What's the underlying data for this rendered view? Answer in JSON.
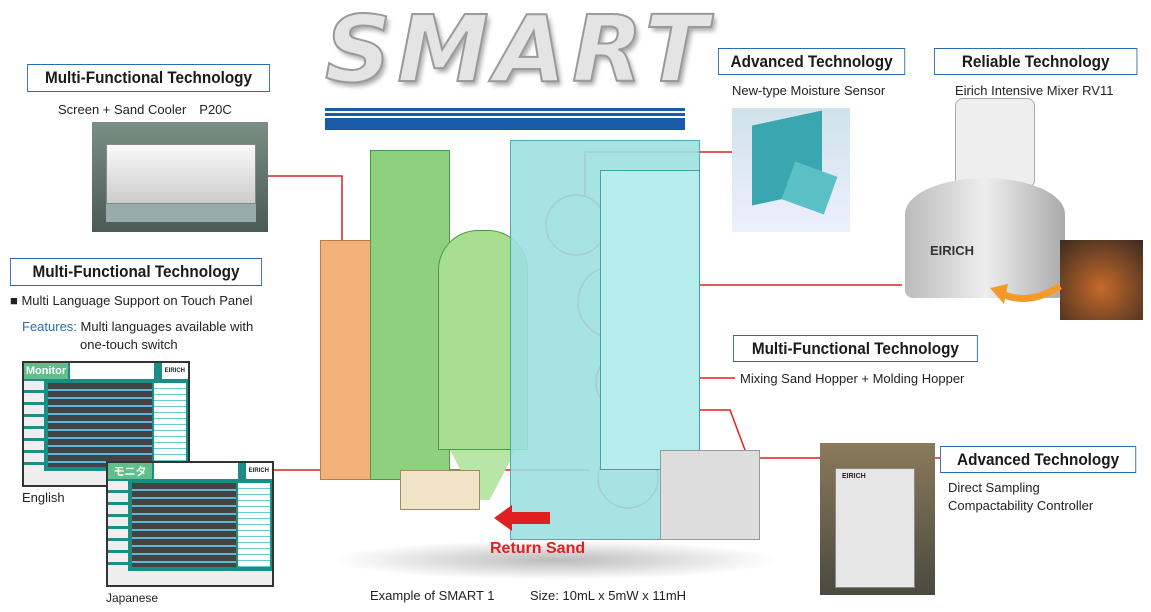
{
  "logo": {
    "text": "SMART"
  },
  "left_top": {
    "title": "Multi-Functional Technology",
    "caption": "Screen + Sand Cooler　P20C"
  },
  "left_mid": {
    "title": "Multi-Functional Technology",
    "bullet": "■ Multi Language Support on Touch Panel",
    "features_label": "Features:",
    "features_text": "Multi languages available with",
    "features_text2": "one-touch switch"
  },
  "screens": {
    "english": {
      "header": "Monitor",
      "brand": "EIRICH",
      "label": "English"
    },
    "japanese": {
      "header": "モニタ",
      "brand": "EIRICH",
      "label": "Japanese"
    }
  },
  "right_top1": {
    "title": "Advanced Technology",
    "caption": "New-type Moisture Sensor"
  },
  "right_top2": {
    "title": "Reliable Technology",
    "caption": "Eirich Intensive Mixer RV11",
    "brand": "EIRICH"
  },
  "right_mid": {
    "title": "Multi-Functional Technology",
    "caption": "Mixing Sand Hopper + Molding Hopper"
  },
  "right_bot": {
    "title": "Advanced Technology",
    "caption1": "Direct Sampling",
    "caption2": "Compactability Controller",
    "brand": "EIRICH"
  },
  "plant": {
    "return_label": "Return Sand",
    "example": "Example of SMART 1",
    "size": "Size: 10mL x 5mW x 11mH"
  },
  "colors": {
    "accent_blue": "#2a6cb3",
    "red": "#e02020",
    "teal": "#7fd3d6",
    "orange": "#f3b27a",
    "green": "#8fd07f"
  }
}
